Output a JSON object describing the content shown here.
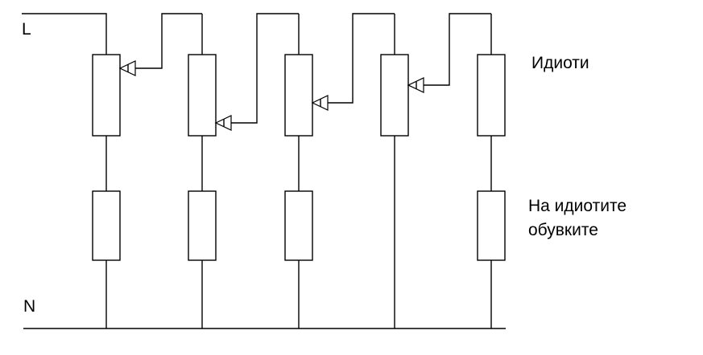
{
  "labels": {
    "line": "L",
    "neutral": "N",
    "upper_group": "Идиоти",
    "lower_group_line1": "На идиотите",
    "lower_group_line2": "обувките"
  },
  "circuit": {
    "branch_count": 5,
    "upper_resistors": 5,
    "lower_resistors": 4,
    "potentiometer_wipers": 4,
    "branch_without_lower_resistor": 4
  },
  "colors": {
    "stroke": "#000000",
    "background": "#ffffff"
  }
}
